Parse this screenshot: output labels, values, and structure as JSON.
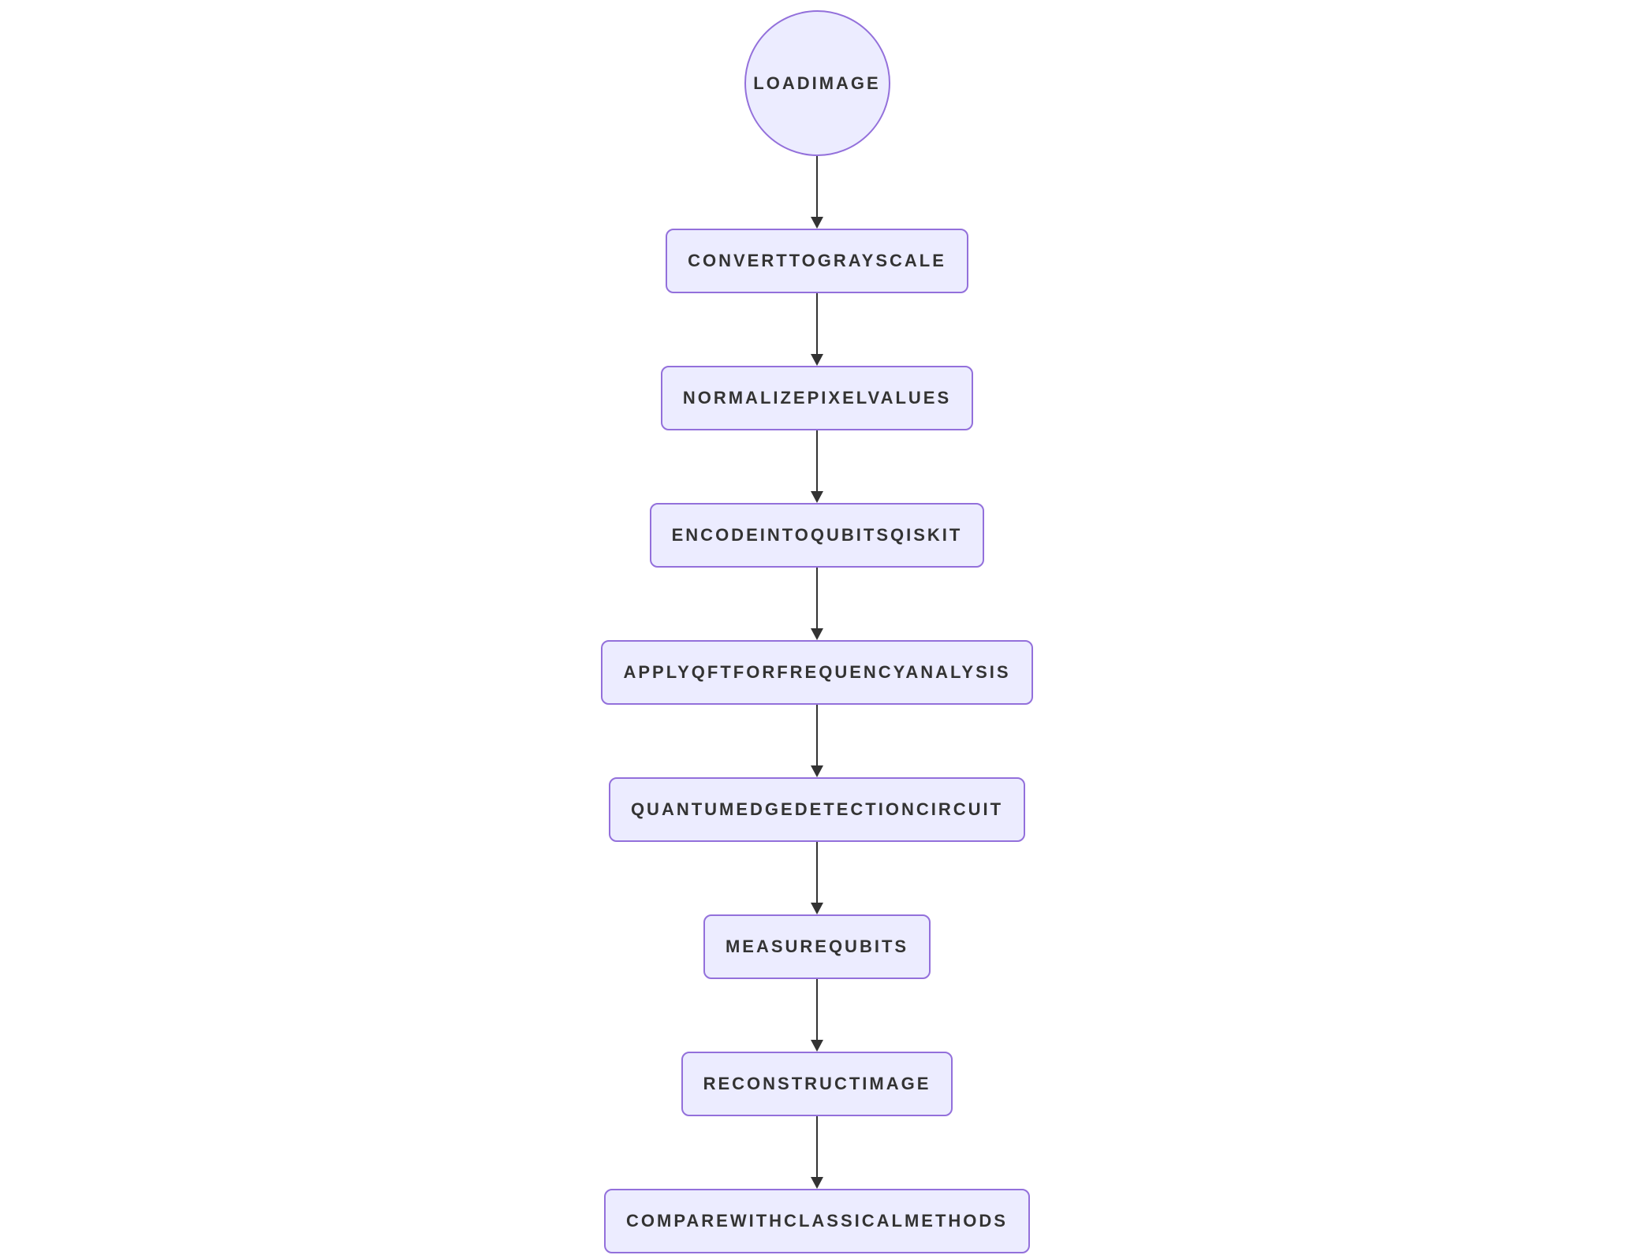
{
  "diagram": {
    "type": "flowchart",
    "direction": "top-down",
    "colors": {
      "background": "#ffffff",
      "node_fill": "#ECECFF",
      "node_border": "#9370DB",
      "label_text": "#333333",
      "edge": "#333333"
    },
    "nodes": [
      {
        "id": "loadImage",
        "shape": "circle",
        "label": "LOADIMAGE"
      },
      {
        "id": "convertToGrayscale",
        "shape": "rounded-rect",
        "label": "CONVERTTOGRAYSCALE"
      },
      {
        "id": "normalizePixelValues",
        "shape": "rounded-rect",
        "label": "NORMALIZEPIXELVALUES"
      },
      {
        "id": "encodeIntoQubitsQiskit",
        "shape": "rounded-rect",
        "label": "ENCODEINTOQUBITSQISKIT"
      },
      {
        "id": "applyQftForFrequencyAnalysis",
        "shape": "rounded-rect",
        "label": "APPLYQFTFORFREQUENCYANALYSIS"
      },
      {
        "id": "quantumEdgeDetectionCircuit",
        "shape": "rounded-rect",
        "label": "QUANTUMEDGEDETECTIONCIRCUIT"
      },
      {
        "id": "measureQubits",
        "shape": "rounded-rect",
        "label": "MEASUREQUBITS"
      },
      {
        "id": "reconstructImage",
        "shape": "rounded-rect",
        "label": "RECONSTRUCTIMAGE"
      },
      {
        "id": "compareWithClassicalMethods",
        "shape": "rounded-rect",
        "label": "COMPAREWITHCLASSICALMETHODS"
      }
    ],
    "edges": [
      {
        "from": "loadImage",
        "to": "convertToGrayscale"
      },
      {
        "from": "convertToGrayscale",
        "to": "normalizePixelValues"
      },
      {
        "from": "normalizePixelValues",
        "to": "encodeIntoQubitsQiskit"
      },
      {
        "from": "encodeIntoQubitsQiskit",
        "to": "applyQftForFrequencyAnalysis"
      },
      {
        "from": "applyQftForFrequencyAnalysis",
        "to": "quantumEdgeDetectionCircuit"
      },
      {
        "from": "quantumEdgeDetectionCircuit",
        "to": "measureQubits"
      },
      {
        "from": "measureQubits",
        "to": "reconstructImage"
      },
      {
        "from": "reconstructImage",
        "to": "compareWithClassicalMethods"
      }
    ]
  }
}
